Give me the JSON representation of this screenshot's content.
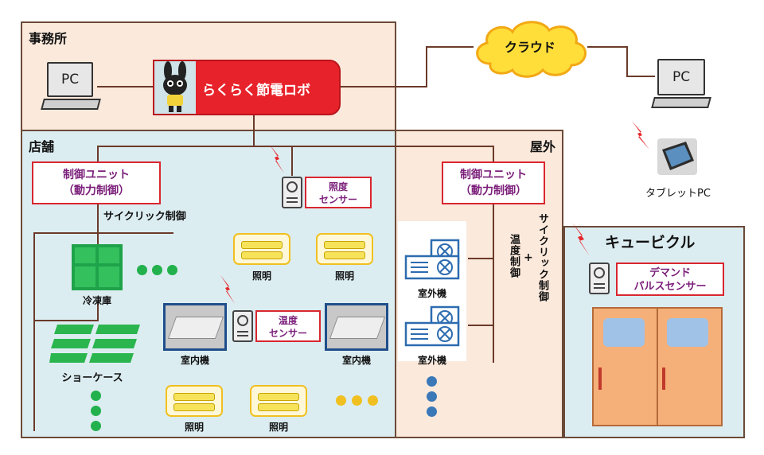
{
  "zones": {
    "office": "事務所",
    "store": "店舗",
    "outdoor": "屋外",
    "cubicle": "キュービクル"
  },
  "cloud": "クラウド",
  "pc_office": "PC",
  "pc_remote": "PC",
  "tablet": "タブレットPC",
  "robot": "らくらく節電ロボ",
  "control_unit_store": {
    "line1": "制御ユニット",
    "line2": "（動力制御）"
  },
  "control_unit_outdoor": {
    "line1": "制御ユニット",
    "line2": "（動力制御）"
  },
  "cyclic_control_store": "サイクリック制御",
  "illuminance_sensor": {
    "line1": "照度",
    "line2": "センサー"
  },
  "temperature_sensor": {
    "line1": "温度",
    "line2": "センサー"
  },
  "demand_sensor": {
    "line1": "デマンド",
    "line2": "パルスセンサー"
  },
  "freezer": "冷凍庫",
  "showcase": "ショーケース",
  "lighting": [
    "照明",
    "照明",
    "照明",
    "照明"
  ],
  "indoor_unit": [
    "室内機",
    "室内機"
  ],
  "outdoor_unit": [
    "室外機",
    "室外機"
  ],
  "outdoor_control": {
    "temp": "温度制御",
    "plus": "+",
    "cyclic": "サイクリック制御"
  },
  "colors": {
    "wire": "#6b3a2a",
    "red": "#d9262f",
    "purple": "#7b1f7a",
    "green": "#22b14c",
    "yellow": "#f0c020",
    "blue": "#3a78b8"
  }
}
